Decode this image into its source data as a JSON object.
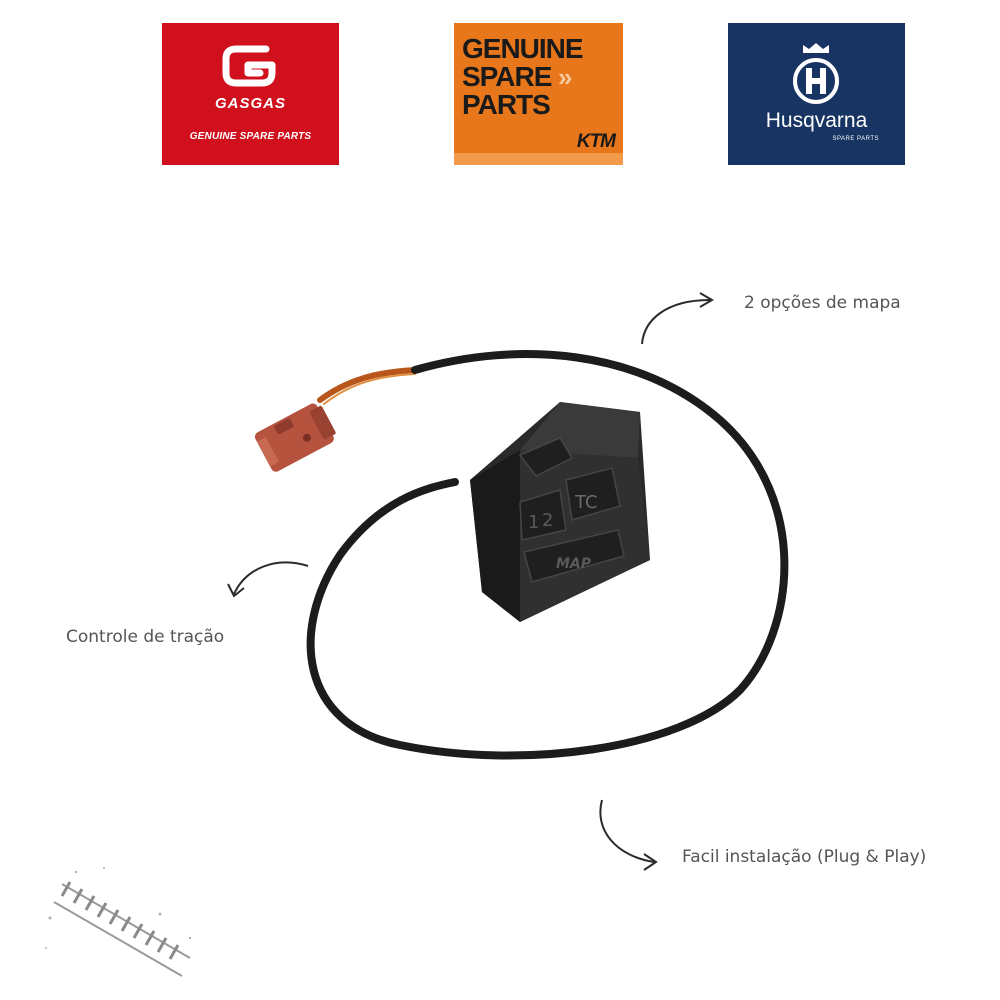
{
  "logos": {
    "gasgas": {
      "name": "GASGAS",
      "subtitle": "GENUINE SPARE PARTS",
      "color": "#d0101c"
    },
    "ktm": {
      "line1": "GENUINE",
      "line2": "SPARE",
      "line3": "PARTS",
      "chevrons": "»",
      "brand": "KTM",
      "color": "#e8761a"
    },
    "husqvarna": {
      "name": "Husqvarna",
      "subtitle": "SPARE PARTS",
      "color": "#183462"
    }
  },
  "product": {
    "buttons": {
      "mode_two": "2",
      "mode_one": "1",
      "traction": "TC",
      "map": "MAP"
    },
    "cable_color": "#1c1c1c",
    "connector_color": "#b5533f"
  },
  "captions": {
    "map_options": "2 opções de mapa",
    "traction_control": "Controle de tração",
    "installation": "Facil instalação (Plug & Play)"
  }
}
